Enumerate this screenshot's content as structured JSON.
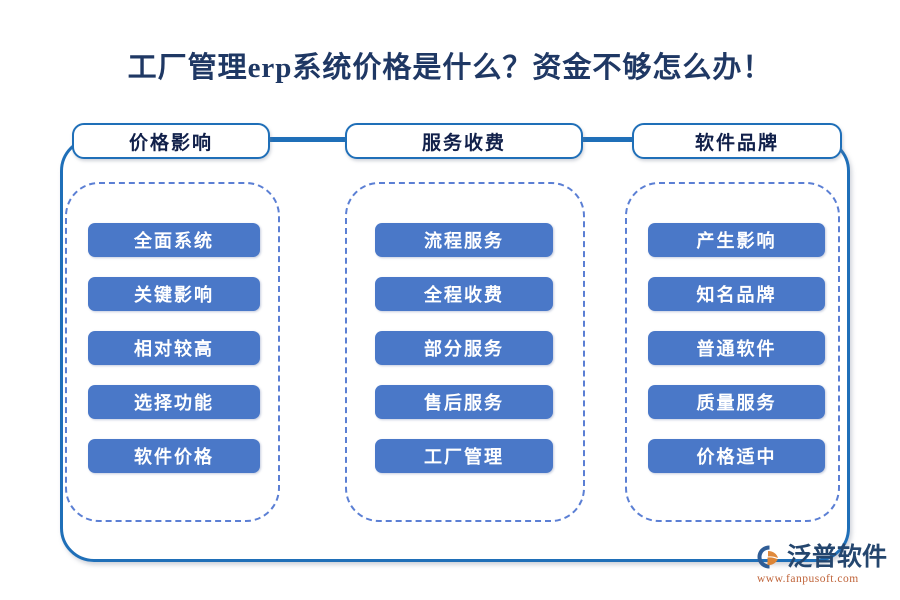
{
  "page": {
    "title": "工厂管理erp系统价格是什么？资金不够怎么办！"
  },
  "colors": {
    "title_text": "#1f3864",
    "frame_border": "#1f6fb8",
    "dashed_border": "#5b7fd4",
    "pill_fill": "#4a78c8",
    "pill_text": "#ffffff",
    "header_text": "#11204a",
    "logo_text": "#24466e",
    "logo_url": "#c0643a"
  },
  "diagram": {
    "type": "three-column-grouped-list",
    "columns": [
      {
        "header": "价格影响",
        "items": [
          "全面系统",
          "关键影响",
          "相对较高",
          "选择功能",
          "软件价格"
        ]
      },
      {
        "header": "服务收费",
        "items": [
          "流程服务",
          "全程收费",
          "部分服务",
          "售后服务",
          "工厂管理"
        ]
      },
      {
        "header": "软件品牌",
        "items": [
          "产生影响",
          "知名品牌",
          "普通软件",
          "质量服务",
          "价格适中"
        ]
      }
    ]
  },
  "logo": {
    "name": "泛普软件",
    "url": "www.fanpusoft.com"
  }
}
